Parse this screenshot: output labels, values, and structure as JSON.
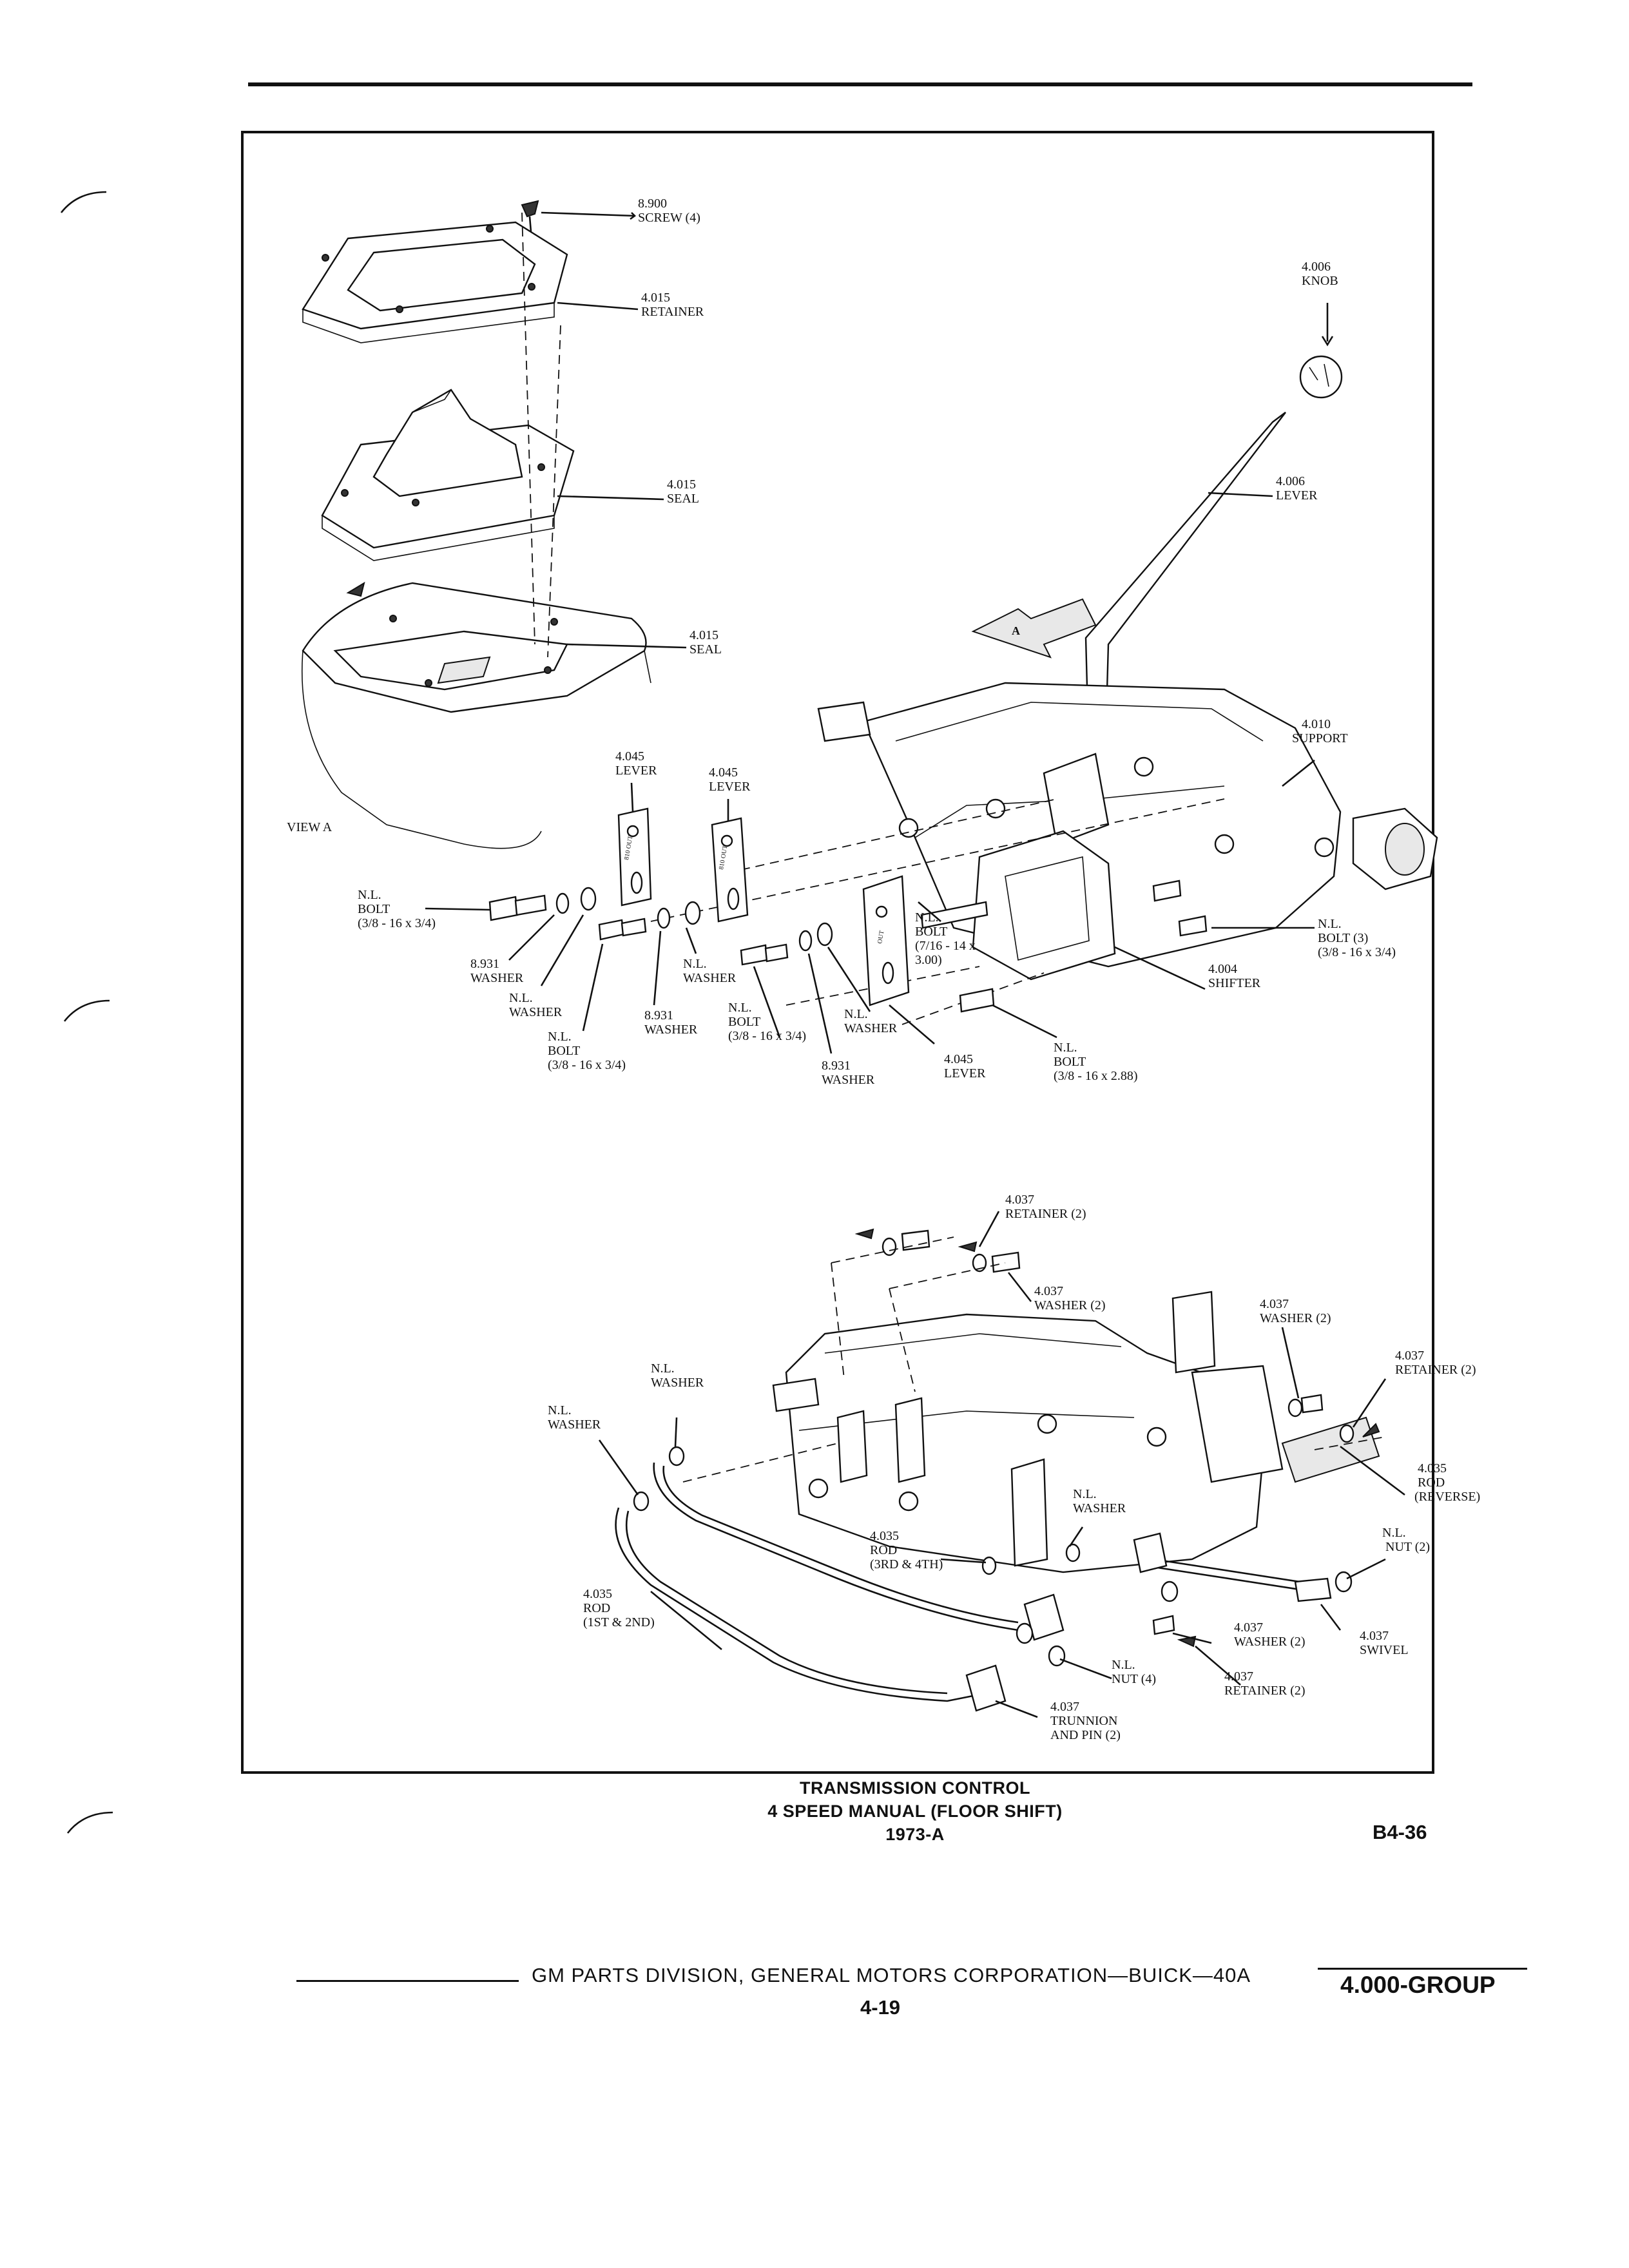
{
  "callouts": {
    "screw": [
      "8.900",
      "SCREW (4)"
    ],
    "retainer_top": [
      "4.015",
      "RETAINER"
    ],
    "seal_upper": [
      "4.015",
      "SEAL"
    ],
    "seal_lower": [
      "4.015",
      "SEAL"
    ],
    "view_a": "VIEW A",
    "knob": [
      "4.006",
      "KNOB"
    ],
    "shift_lever": [
      "4.006",
      "LEVER"
    ],
    "support": [
      "4.010",
      "SUPPORT"
    ],
    "lever_a": [
      "4.045",
      "LEVER"
    ],
    "lever_b": [
      "4.045",
      "LEVER"
    ],
    "lever_c": [
      "4.045",
      "LEVER"
    ],
    "bolt_left": [
      "N.L.",
      "BOLT",
      "(3/8 - 16 x 3/4)"
    ],
    "washer_8931_a": [
      "8.931",
      "WASHER"
    ],
    "nl_washer_a": [
      "N.L.",
      "WASHER"
    ],
    "nl_bolt_b": [
      "N.L.",
      "BOLT",
      "(3/8 - 16 x 3/4)"
    ],
    "washer_8931_b": [
      "8.931",
      "WASHER"
    ],
    "nl_washer_b": [
      "N.L.",
      "WASHER"
    ],
    "nl_bolt_c": [
      "N.L.",
      "BOLT",
      "(3/8 - 16 x 3/4)"
    ],
    "washer_8931_c": [
      "8.931",
      "WASHER"
    ],
    "nl_washer_c": [
      "N.L.",
      "WASHER"
    ],
    "nl_bolt_long": [
      "N.L.",
      "BOLT",
      "(7/16 - 14 x",
      "3.00)"
    ],
    "nl_bolt_288": [
      "N.L.",
      "BOLT",
      "(3/8 - 16 x 2.88)"
    ],
    "shifter": [
      "4.004",
      "SHIFTER"
    ],
    "bolt_3": [
      "N.L.",
      "BOLT (3)",
      "(3/8 - 16 x 3/4)"
    ],
    "retainer_2_top": [
      "4.037",
      "RETAINER (2)"
    ],
    "washer_2_top": [
      "4.037",
      "WASHER (2)"
    ],
    "washer_2_right": [
      "4.037",
      "WASHER (2)"
    ],
    "retainer_2_right": [
      "4.037",
      "RETAINER (2)"
    ],
    "nl_washer_d": [
      "N.L.",
      "WASHER"
    ],
    "nl_washer_e": [
      "N.L.",
      "WASHER"
    ],
    "rod_reverse": [
      "4.035",
      "ROD",
      "(REVERSE)"
    ],
    "nl_washer_f": [
      "N.L.",
      "WASHER"
    ],
    "nut_2": [
      "N.L.",
      "NUT (2)"
    ],
    "rod_3rd_4th": [
      "4.035",
      "ROD",
      "(3RD & 4TH)"
    ],
    "rod_1st_2nd": [
      "4.035",
      "ROD",
      "(1ST & 2ND)"
    ],
    "washer_2_bottom": [
      "4.037",
      "WASHER (2)"
    ],
    "swivel": [
      "4.037",
      "SWIVEL"
    ],
    "nut_4": [
      "N.L.",
      "NUT (4)"
    ],
    "retainer_2_bottom": [
      "4.037",
      "RETAINER (2)"
    ],
    "trunnion": [
      "4.037",
      "TRUNNION",
      "AND PIN (2)"
    ]
  },
  "caption": {
    "line1": "TRANSMISSION CONTROL",
    "line2": "4 SPEED MANUAL (FLOOR SHIFT)",
    "line3": "1973-A"
  },
  "plate_number": "B4-36",
  "footer": {
    "title": "GM PARTS DIVISION, GENERAL MOTORS CORPORATION—BUICK—40A",
    "page": "4-19",
    "group": "4.000-GROUP"
  },
  "marks": {
    "view_arrow": "A",
    "lever_stamp": "810 OUT",
    "out_stamp": "OUT"
  }
}
